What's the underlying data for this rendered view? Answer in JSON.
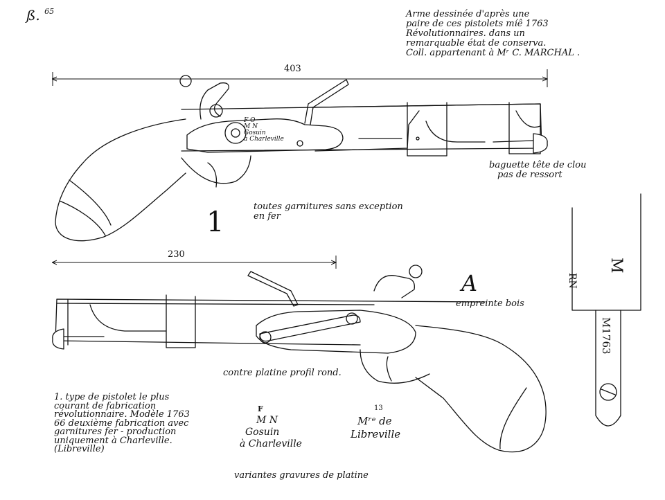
{
  "plate": {
    "ref": "ß.",
    "ref_num": "65"
  },
  "header_note": {
    "lines": [
      "Arme dessinée d'après une",
      "paire de ces pistolets míê 1763",
      "Révolutionnaires. dans un",
      "remarquable état de conserva.",
      "Coll. appartenant à Mʳ C. MARCHAL ."
    ]
  },
  "dimensions": {
    "top": "403",
    "bottom": "230"
  },
  "labels": {
    "ramrod": [
      "baguette tête de clou",
      "pas de ressort"
    ],
    "fittings": [
      "toutes garnitures sans exception",
      "en fer"
    ],
    "figure_number": "1",
    "stamp_letter": "A",
    "stamp_caption": "empreinte bois",
    "sideplate": "contre platine profil rond.",
    "engravings_caption": "variantes gravures de platine"
  },
  "lock_engraving_top": [
    "F O",
    "M N",
    "Gosuin",
    "à Charleville"
  ],
  "description": {
    "lines": [
      "1. type de pistolet le plus",
      "courant de fabrication",
      "révolutionnaire. Modèle 1763",
      "66 deuxième fabrication avec",
      "garnitures fer - production",
      "uniquement à Charleville.",
      "(Libreville)"
    ]
  },
  "variant_left": [
    "F",
    "M N",
    "Gosuin",
    "à Charleville"
  ],
  "variant_right": {
    "num": "13",
    "lines": [
      "Mʳᵉ de",
      "Libreville"
    ]
  },
  "barrel_detail": {
    "mark_rn": "RN",
    "mark_m": "M",
    "model": "M1763"
  }
}
